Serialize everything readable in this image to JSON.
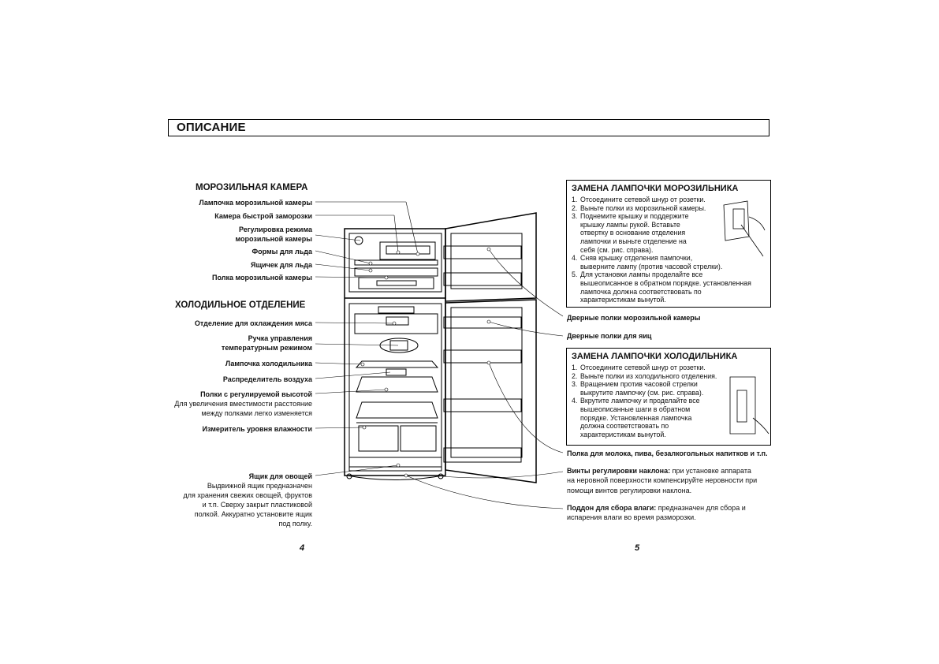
{
  "header": {
    "title": "ОПИСАНИЕ"
  },
  "freezer": {
    "heading": "МОРОЗИЛЬНАЯ КАМЕРА",
    "labels": [
      "Лампочка морозильной камеры",
      "Камера быстрой заморозки",
      "Регулировка режима",
      "морозильной камеры",
      "Формы для льда",
      "Ящичек для льда",
      "Полка морозильной камеры"
    ]
  },
  "fridge": {
    "heading": "ХОЛОДИЛЬНОЕ ОТДЕЛЕНИЕ",
    "labels": [
      "Отделение для охлаждения мяса",
      "Ручка управления",
      "температурным режимом",
      "Лампочка холодильника",
      "Распределитель воздуха",
      "Полки с регулируемой высотой",
      "Измеритель уровня влажности",
      "Ящик для овощей"
    ],
    "shelf_note": [
      "Для увеличения вместимости расстояние",
      "между полками легко изменяется"
    ],
    "drawer_note": [
      "Выдвижной ящик предназначен",
      "для хранения свежих овощей, фруктов",
      "и т.п. Сверху закрыт пластиковой",
      "полкой. Аккуратно установите ящик",
      "под полку."
    ]
  },
  "right_labels": {
    "freezer_door": "Дверные полки морозильной камеры",
    "egg_shelves": "Дверные полки для яиц",
    "milk_shelf": "Полка для молока, пива, безалкогольных напитков и т.п.",
    "screws_title": "Винты регулировки наклона:",
    "screws_text1": " при установке аппарата",
    "screws_text2": "на неровной поверхности компенсируйте неровности при",
    "screws_text3": "помощи винтов регулировки наклона.",
    "tray_title": "Поддон для сбора влаги:",
    "tray_text1": " предназначен для сбора и",
    "tray_text2": "испарения влаги во время разморозки."
  },
  "freezer_lamp_box": {
    "title": "ЗАМЕНА ЛАМПОЧКИ МОРОЗИЛЬНИКА",
    "lines": [
      [
        "1.",
        "Отсоедините сетевой шнур от розетки."
      ],
      [
        "2.",
        "Выньте полки из морозильной камеры."
      ],
      [
        "3.",
        "Поднемите крышку и поддержите"
      ],
      [
        "",
        "крышку лампы рукой. Вставьте"
      ],
      [
        "",
        "отвертку в основание отделения"
      ],
      [
        "",
        "лампочки и выньте отделение на"
      ],
      [
        "",
        "себя (см. рис. справа)."
      ],
      [
        "4.",
        "Сняв крышку отделения пампочки,"
      ],
      [
        "",
        "выверните лампу (против часовой стрелки)."
      ],
      [
        "5.",
        "Для установки лампы проделайте все"
      ],
      [
        "",
        "вышеописанное в обратном порядке. установленная"
      ],
      [
        "",
        "лампочка должна соответствовать по"
      ],
      [
        "",
        "характеристикам вынутой."
      ]
    ]
  },
  "fridge_lamp_box": {
    "title": "ЗАМЕНА ЛАМПОЧКИ ХОЛОДИЛЬНИКА",
    "lines": [
      [
        "1.",
        "Отсоедините сетевой шнур от розетки."
      ],
      [
        "2.",
        "Выньте полки из холодильного отделения."
      ],
      [
        "3.",
        "Вращением против часовой стрелки"
      ],
      [
        "",
        "выкрутите лампочку (см. рис. справа)."
      ],
      [
        "4.",
        "Вкрутите лампочку и проделайте все"
      ],
      [
        "",
        "вышеописанные шаги в обратном"
      ],
      [
        "",
        "порядке. Установленная лампочка"
      ],
      [
        "",
        "должна соответствовать по"
      ],
      [
        "",
        "характеристикам вынутой."
      ]
    ]
  },
  "pages": {
    "left": "4",
    "right": "5"
  }
}
